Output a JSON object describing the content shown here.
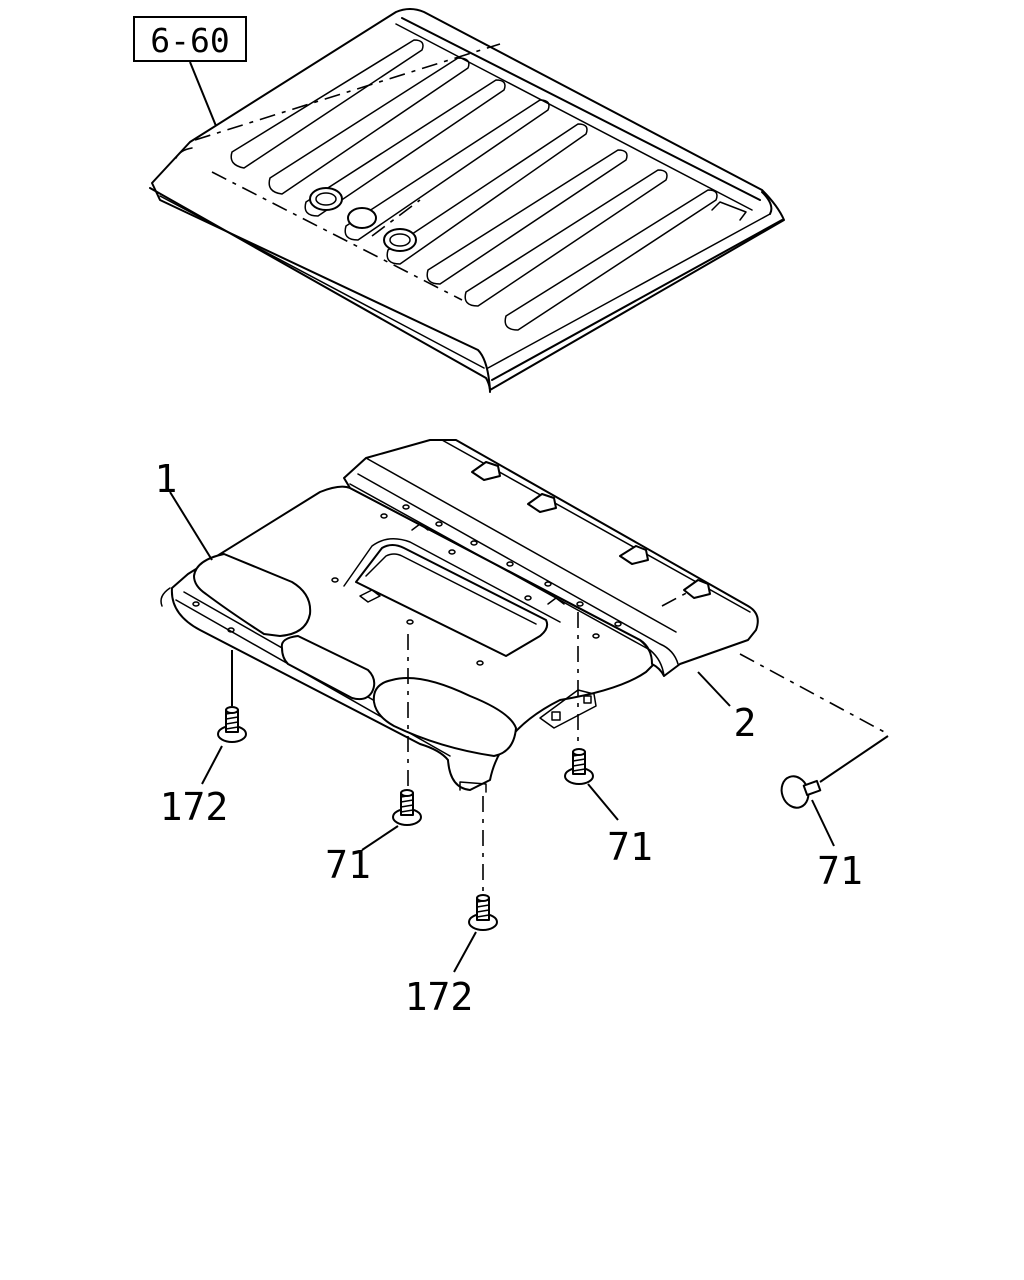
{
  "diagram": {
    "reference_box": {
      "label": "6-60"
    },
    "callouts": [
      {
        "id": "headliner",
        "label": "1"
      },
      {
        "id": "rear-trim",
        "label": "2"
      },
      {
        "id": "clip-left",
        "label": "172"
      },
      {
        "id": "clip-center",
        "label": "172"
      },
      {
        "id": "screw-center",
        "label": "71"
      },
      {
        "id": "screw-right",
        "label": "71"
      },
      {
        "id": "clip-far-right",
        "label": "71"
      }
    ]
  }
}
